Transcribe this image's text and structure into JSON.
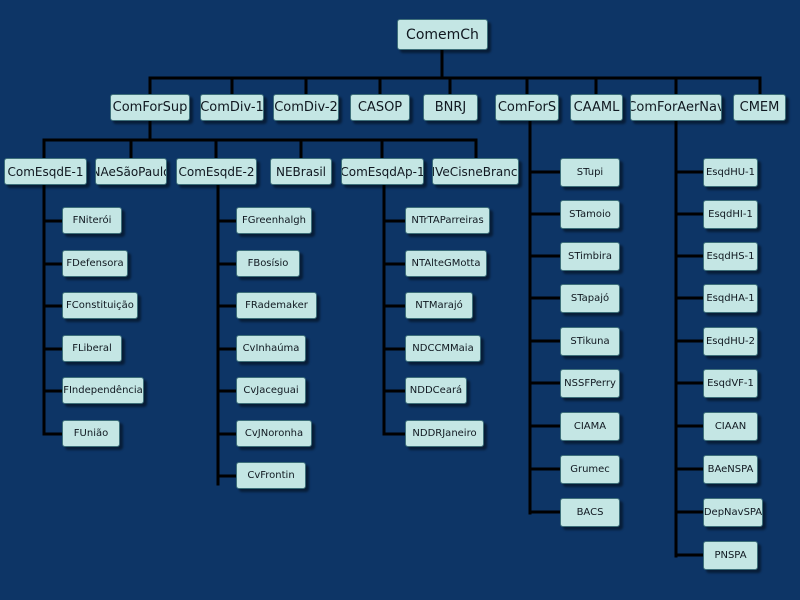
{
  "root": {
    "label": "ComemCh"
  },
  "level1": [
    {
      "label": "ComForSup"
    },
    {
      "label": "ComDiv-1"
    },
    {
      "label": "ComDiv-2"
    },
    {
      "label": "CASOP"
    },
    {
      "label": "BNRJ"
    },
    {
      "label": "ComForS"
    },
    {
      "label": "CAAML"
    },
    {
      "label": "ComForAerNav"
    },
    {
      "label": "CMEM"
    }
  ],
  "comforsup_children": [
    {
      "label": "ComEsqdE-1"
    },
    {
      "label": "NAeSãoPaulo"
    },
    {
      "label": "ComEsqdE-2"
    },
    {
      "label": "NEBrasil"
    },
    {
      "label": "ComEsqdAp-1"
    },
    {
      "label": "NVeCisneBranco"
    }
  ],
  "comesqde1_ships": [
    {
      "label": "FNiterói"
    },
    {
      "label": "FDefensora"
    },
    {
      "label": "FConstituição"
    },
    {
      "label": "FLiberal"
    },
    {
      "label": "FIndependência"
    },
    {
      "label": "FUnião"
    }
  ],
  "comesqde2_ships": [
    {
      "label": "FGreenhalgh"
    },
    {
      "label": "FBosísio"
    },
    {
      "label": "FRademaker"
    },
    {
      "label": "CvInhaúma"
    },
    {
      "label": "CvJaceguai"
    },
    {
      "label": "CvJNoronha"
    },
    {
      "label": "CvFrontin"
    }
  ],
  "comesqdap1_ships": [
    {
      "label": "NTrTAParreiras"
    },
    {
      "label": "NTAlteGMotta"
    },
    {
      "label": "NTMarajó"
    },
    {
      "label": "NDCCMMaia"
    },
    {
      "label": "NDDCeará"
    },
    {
      "label": "NDDRJaneiro"
    }
  ],
  "comfors_children": [
    {
      "label": "STupi"
    },
    {
      "label": "STamoio"
    },
    {
      "label": "STimbira"
    },
    {
      "label": "STapajó"
    },
    {
      "label": "STikuna"
    },
    {
      "label": "NSSFPerry"
    },
    {
      "label": "CIAMA"
    },
    {
      "label": "Grumec"
    },
    {
      "label": "BACS"
    }
  ],
  "comforaernav_children": [
    {
      "label": "EsqdHU-1"
    },
    {
      "label": "EsqdHI-1"
    },
    {
      "label": "EsqdHS-1"
    },
    {
      "label": "EsqdHA-1"
    },
    {
      "label": "EsqdHU-2"
    },
    {
      "label": "EsqdVF-1"
    },
    {
      "label": "CIAAN"
    },
    {
      "label": "BAeNSPA"
    },
    {
      "label": "DepNavSPA"
    },
    {
      "label": "PNSPA"
    }
  ]
}
